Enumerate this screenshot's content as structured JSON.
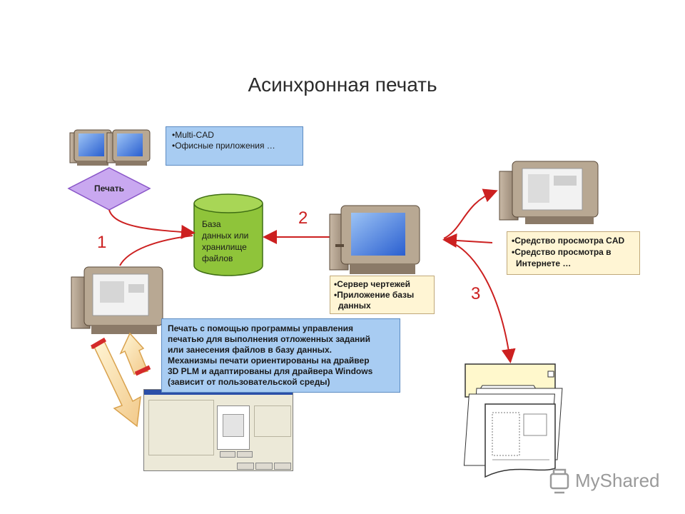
{
  "title": "Асинхронная печать",
  "top_note": {
    "line1": "•Multi-CAD",
    "line2": "•Офисные приложения …"
  },
  "print_label": "Печать",
  "database_label": [
    "База",
    "данных или",
    "хранилище",
    "файлов"
  ],
  "numbers": {
    "n1": "1",
    "n2": "2",
    "n3": "3"
  },
  "server_note": {
    "line1": "•Сервер чертежей",
    "line2": "•Приложение базы",
    "line3": "данных"
  },
  "viewer_note": {
    "line1": "•Средство просмотра CAD",
    "line2": "•Средство просмотра в",
    "line3": "Интернете …"
  },
  "description": {
    "lines": [
      "Печать с помощью программы управления",
      "печатью для выполнения отложенных заданий",
      "или занесения файлов в базу данных.",
      "Механизмы печати ориентированы на драйвер",
      "3D PLM и адаптированы для драйвера Windows",
      "(зависит от пользовательской среды)"
    ]
  },
  "watermark": "MyShared",
  "colors": {
    "accent_red": "#cc2020",
    "note_blue": "#a8ccf2",
    "note_yellow": "#fff5d4",
    "cylinder_green": "#8fc43a",
    "diamond": "#c9a8f0"
  }
}
